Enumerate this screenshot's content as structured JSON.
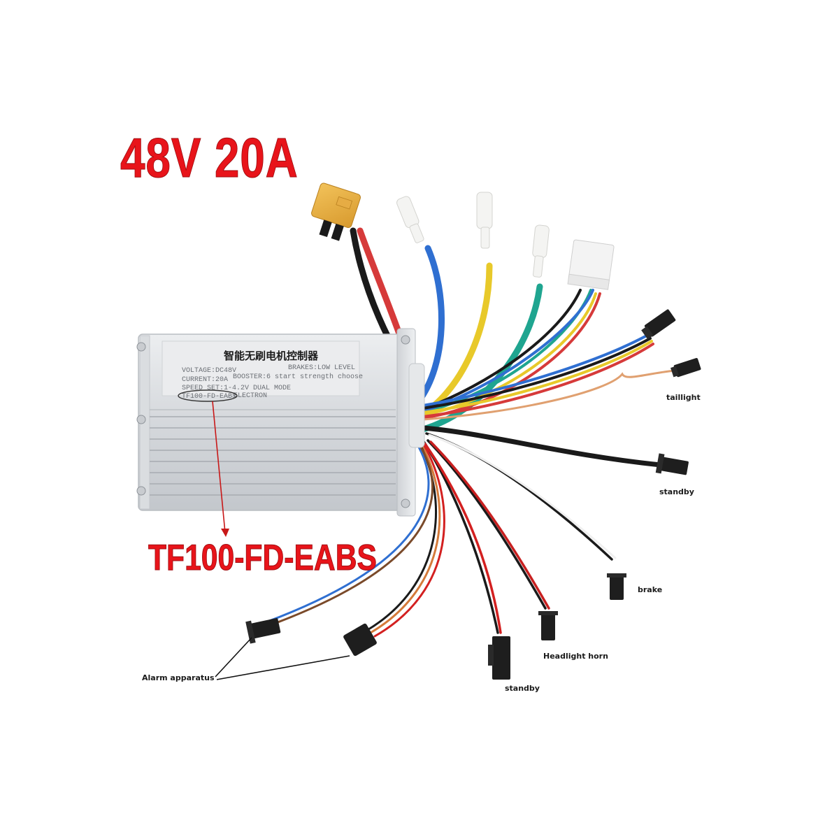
{
  "header": {
    "title": "48V 20A"
  },
  "controller": {
    "model_callout": "TF100-FD-EABS",
    "label_plate": {
      "title_cn": "智能无刷电机控制器",
      "brakes": "BRAKES:LOW LEVEL",
      "voltage": "VOLTAGE:DC48V",
      "current": "CURRENT:20A",
      "booster": "BOOSTER:6 start strength choose",
      "speed": "SPEED SET:1-4.2V DUAL MODE",
      "model": "TF100-FD-EABS",
      "maker": "ELECTRON"
    }
  },
  "connectors": {
    "top": [
      {
        "name": "battery-xt60",
        "color": "#e5a93c",
        "wires": [
          "#d63a3a",
          "#1a1a1a"
        ]
      },
      {
        "name": "phase-blue",
        "color": "#f2f2f0",
        "wires": [
          "#2f6fd1"
        ]
      },
      {
        "name": "phase-yellow",
        "color": "#f2f2f0",
        "wires": [
          "#e8c92a"
        ]
      },
      {
        "name": "phase-green",
        "color": "#f2f2f0",
        "wires": [
          "#1fa590"
        ]
      },
      {
        "name": "hall-sensor",
        "color": "#f0f0f0",
        "wires": [
          "#1a1a1a",
          "#2f6fd1",
          "#1fa590",
          "#e8c92a",
          "#d63a3a"
        ]
      }
    ],
    "labeled": [
      {
        "label": "taillight",
        "wire": "#e0a070"
      },
      {
        "label": "standby",
        "wire": "#1a1a1a"
      },
      {
        "label": "brake",
        "wire": "#f0f0f0"
      },
      {
        "label": "Headlight horn",
        "wire": "#c82020"
      },
      {
        "label": "standby",
        "wire": "#d32020"
      },
      {
        "label": "Alarm apparatus",
        "wire": "#2f6fd1"
      }
    ]
  },
  "labels": {
    "taillight": "taillight",
    "standby_right": "standby",
    "brake": "brake",
    "headlight_horn": "Headlight horn",
    "standby_bottom": "standby",
    "alarm": "Alarm apparatus"
  },
  "colors": {
    "accent_red": "#e8141a",
    "background": "#ffffff",
    "aluminum": "#d8dadd"
  }
}
